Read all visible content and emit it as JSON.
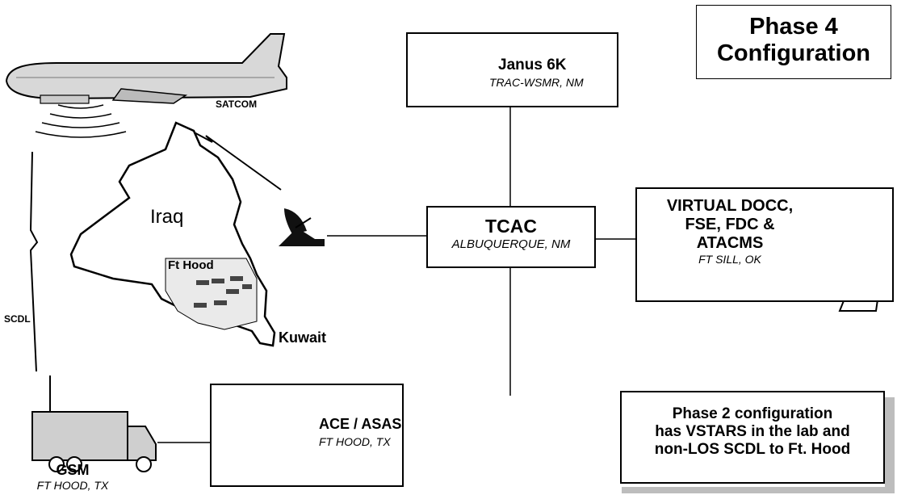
{
  "title_box": {
    "line1": "Phase 4",
    "line2": "Configuration"
  },
  "labels": {
    "satcom": "SATCOM",
    "scdl": "SCDL",
    "iraq": "Iraq",
    "ft_hood_map": "Ft Hood",
    "kuwait": "Kuwait"
  },
  "janus": {
    "name": "Janus 6K",
    "location": "TRAC-WSMR, NM"
  },
  "tcac": {
    "name": "TCAC",
    "location": "ALBUQUERQUE, NM"
  },
  "docc": {
    "line1": "VIRTUAL DOCC,",
    "line2": "FSE, FDC &",
    "line3": "ATACMS",
    "location": "FT SILL, OK"
  },
  "ace": {
    "name": "ACE / ASAS",
    "location": "FT HOOD, TX"
  },
  "gsm": {
    "name": "GSM",
    "location": "FT HOOD, TX"
  },
  "note": {
    "line1": "Phase 2 configuration",
    "line2": "has VSTARS in the lab and",
    "line3": "non-LOS SCDL to Ft. Hood"
  }
}
